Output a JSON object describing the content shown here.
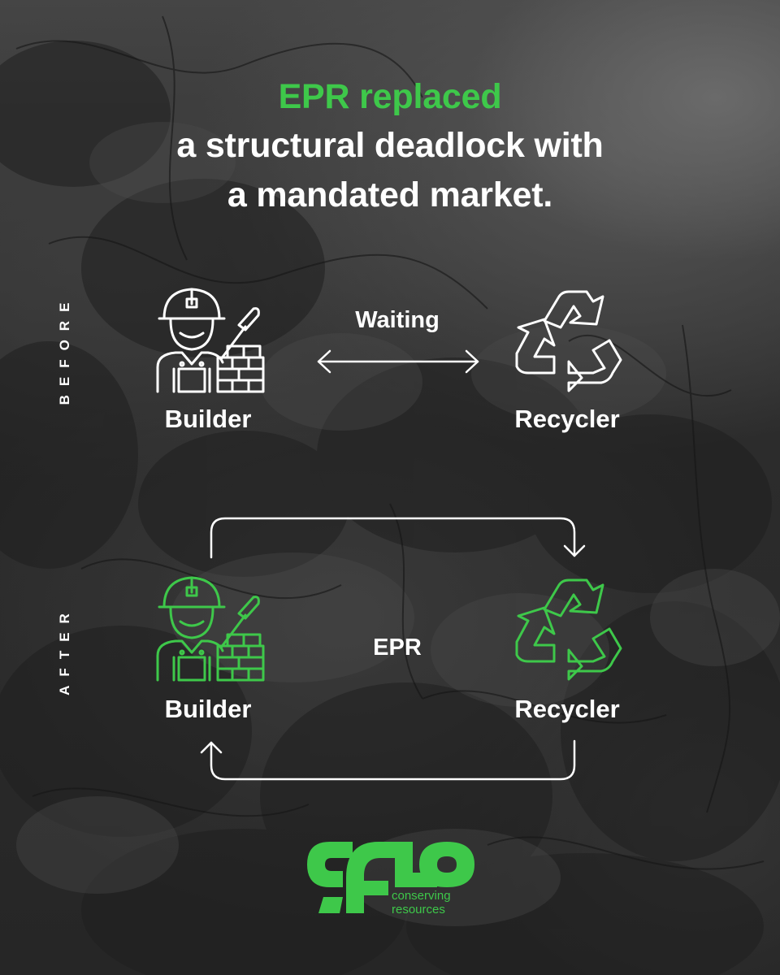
{
  "colors": {
    "accent": "#3ec84a",
    "text": "#ffffff",
    "outline": "#ffffff"
  },
  "title": {
    "line1": "EPR replaced",
    "line2": "a structural deadlock with",
    "line3": "a mandated market."
  },
  "before": {
    "side_label": "BEFORE",
    "left": {
      "label": "Builder",
      "icon": "builder-icon"
    },
    "right": {
      "label": "Recycler",
      "icon": "recycle-icon"
    },
    "connector": {
      "label": "Waiting",
      "icon": "double-arrow-icon"
    }
  },
  "after": {
    "side_label": "AFTER",
    "left": {
      "label": "Builder",
      "icon": "builder-icon"
    },
    "right": {
      "label": "Recycler",
      "icon": "recycle-icon"
    },
    "connector": {
      "label": "EPR",
      "icon": "loop-arrows-icon"
    }
  },
  "logo": {
    "wordmark": "cflo",
    "tagline_1": "conserving",
    "tagline_2": "resources"
  }
}
